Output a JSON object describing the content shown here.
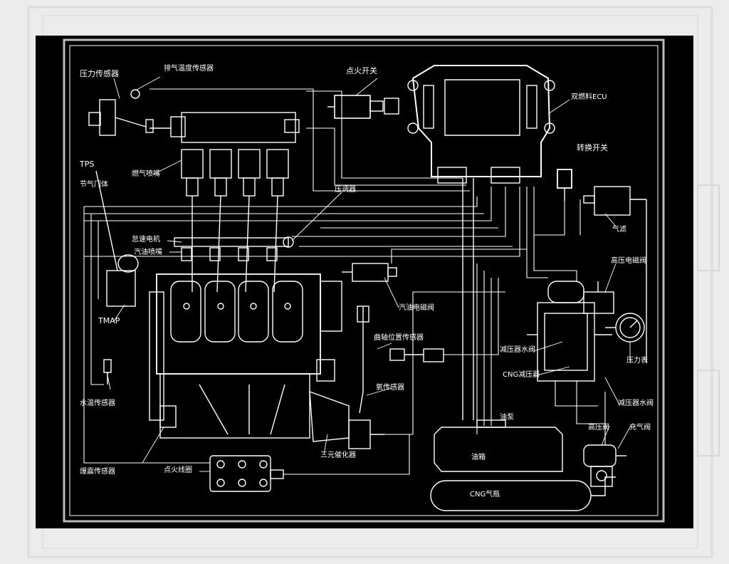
{
  "colors": {
    "background": "#000000",
    "line": "#ffffff",
    "frame": "#cccccc",
    "page": "#ececec"
  },
  "labels": {
    "pressure_sensor": "压力传感器",
    "exhaust_temp_sensor": "排气温度传感器",
    "ignition_switch": "点火开关",
    "ecu": "双燃料ECU",
    "selector_switch": "转换开关",
    "tps": "TPS",
    "throttle_body": "节气门体",
    "gas_injector": "燃气喷嘴",
    "pressure_regulator": "压调器",
    "idle_motor": "怠速电机",
    "fuel_injector": "汽油喷嘴",
    "gas_filter": "气滤",
    "high_pressure_solenoid": "高压电磁阀",
    "tmap": "TMAP",
    "fuel_solenoid": "汽油电磁阀",
    "crank_sensor": "曲轴位置传感器",
    "reducer_water_inlet": "减压器水阀",
    "cng_reducer": "CNG减压器",
    "pressure_gauge": "压力表",
    "oxygen_sensor": "氧传感器",
    "reducer_water_outlet": "减压器水阀",
    "water_temp_sensor": "水温传感器",
    "fuel_pump": "油泵",
    "high_pressure_valve": "高压阀",
    "fill_valve": "充气阀",
    "catalytic_converter": "三元催化器",
    "knock_sensor": "爆震传感器",
    "ignition_coil": "点火线圈",
    "fuel_tank": "油箱",
    "cng_cylinder": "CNG气瓶"
  }
}
